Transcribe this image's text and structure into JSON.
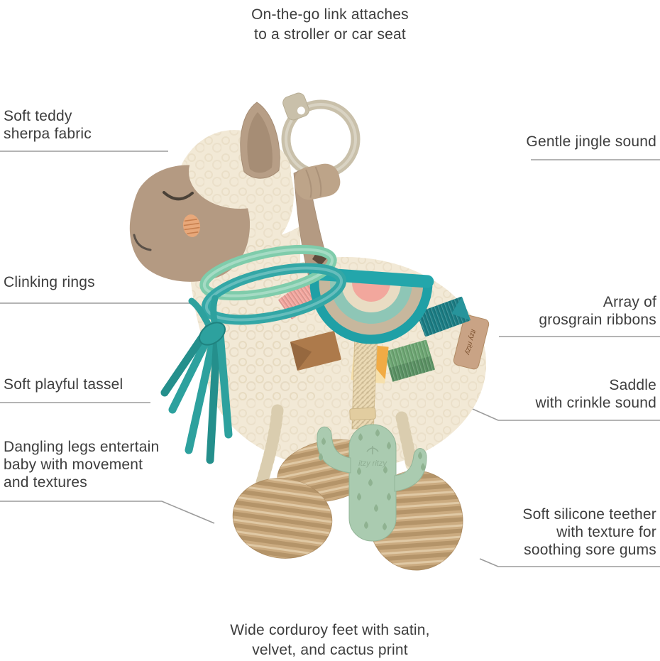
{
  "captions": {
    "top_line1": "On-the-go link attaches",
    "top_line2": "to a stroller or car seat",
    "bottom_line1": "Wide corduroy feet with satin,",
    "bottom_line2": "velvet, and cactus print"
  },
  "callouts": {
    "sherpa": {
      "line1": "Soft teddy",
      "line2": "sherpa fabric"
    },
    "clinking": {
      "line1": "Clinking rings"
    },
    "tassel": {
      "line1": "Soft playful tassel"
    },
    "dangling": {
      "line1": "Dangling legs entertain",
      "line2": "baby with movement",
      "line3": "and textures"
    },
    "jingle": {
      "line1": "Gentle jingle sound"
    },
    "ribbons": {
      "line1": "Array of",
      "line2": "grosgrain ribbons"
    },
    "saddle": {
      "line1": "Saddle",
      "line2": "with crinkle sound"
    },
    "teether": {
      "line1": "Soft silicone teether",
      "line2": "with texture for",
      "line3": "soothing sore gums"
    }
  },
  "brand": {
    "tag_text": "itzy ritzy",
    "teether_text": "itzy ritzy"
  },
  "palette": {
    "text": "#3d3d3d",
    "leader_line": "#9b9b9b",
    "cream_body": "#f2e9d6",
    "face_tan": "#b49a82",
    "link_beige": "#c9c0aa",
    "mint_ring": "#7fccab",
    "teal_ring": "#33a7a6",
    "tassel_teal": "#2da19e",
    "saddle_trim": "#23a6ab",
    "saddle_pink": "#f2a79d",
    "ribbon_pink": "#f4a79f",
    "ribbon_brown": "#ad7a4b",
    "ribbon_orange": "#f1ab45",
    "ribbon_green": "#6fa975",
    "ribbon_dark_teal": "#1c7f86",
    "foot_corduroy": "#cbab80",
    "cactus_green": "#aacbb0"
  }
}
